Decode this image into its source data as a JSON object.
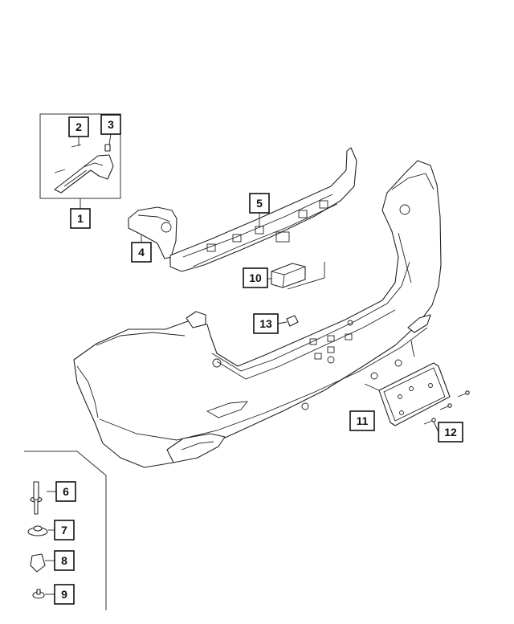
{
  "callouts": {
    "c1": "1",
    "c2": "2",
    "c3": "3",
    "c4": "4",
    "c5": "5",
    "c6": "6",
    "c7": "7",
    "c8": "8",
    "c9": "9",
    "c10": "10",
    "c11": "11",
    "c12": "12",
    "c13": "13"
  },
  "colors": {
    "line": "#222222",
    "background": "#ffffff"
  }
}
